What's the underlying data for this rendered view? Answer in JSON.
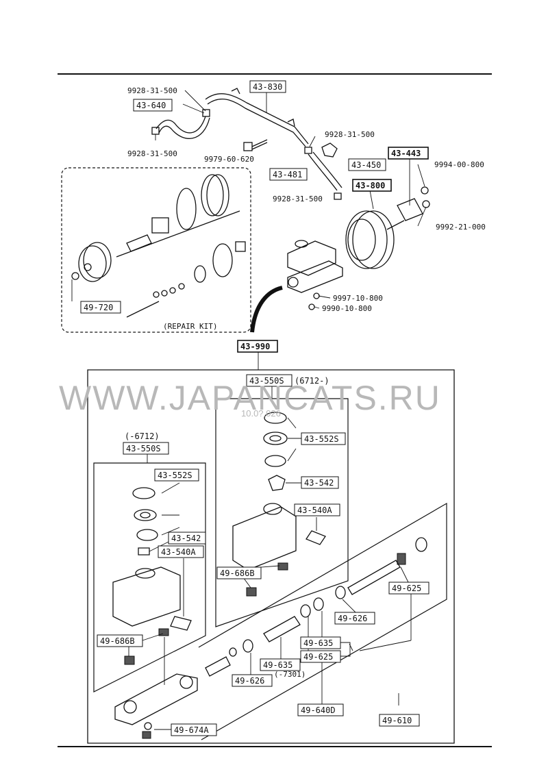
{
  "watermark": {
    "site": "WWW.JAPANCATS.RU",
    "code": "10.0?.026"
  },
  "top_section": {
    "boxed_labels": {
      "hose_830": "43-830",
      "hose_640": "43-640",
      "clip_450": "43-450",
      "bracket_443": "43-443",
      "hose_481": "43-481",
      "booster_800": "43-800",
      "repair_720": "49-720",
      "master_990": "43-990"
    },
    "plain_labels": {
      "clamp_a": "9928-31-500",
      "clamp_b": "9928-31-500",
      "clamp_c": "9928-31-500",
      "clamp_d": "9928-31-500",
      "bolt_620": "9979-60-620",
      "nut_800": "9994-00-800",
      "nut_000": "9992-21-000",
      "washer_800": "9997-10-800",
      "nut_10_800": "9990-10-800",
      "repair_kit": "(REPAIR KIT)"
    }
  },
  "bottom_section": {
    "reservoir_new": {
      "title": "43-550S",
      "range": "(6712-)",
      "cap_seal": "43-552S",
      "strainer": "43-542",
      "tank": "43-540A",
      "grommet": "49-686B"
    },
    "reservoir_old": {
      "range": "(-6712)",
      "title": "43-550S",
      "cap_seal": "43-552S",
      "strainer": "43-542",
      "tank": "43-540A",
      "grommet": "49-686B"
    },
    "cylinder": {
      "cup_625_top": "49-625",
      "piston_626_top": "49-626",
      "piston_635": "49-635",
      "cup_625_mid": "49-625",
      "piston_635_old": "49-635",
      "range_7301": "(-7301)",
      "piston_626_low": "49-626",
      "kit_640d": "49-640D",
      "cylinder_610": "49-610",
      "bleeder_674a": "49-674A"
    }
  }
}
